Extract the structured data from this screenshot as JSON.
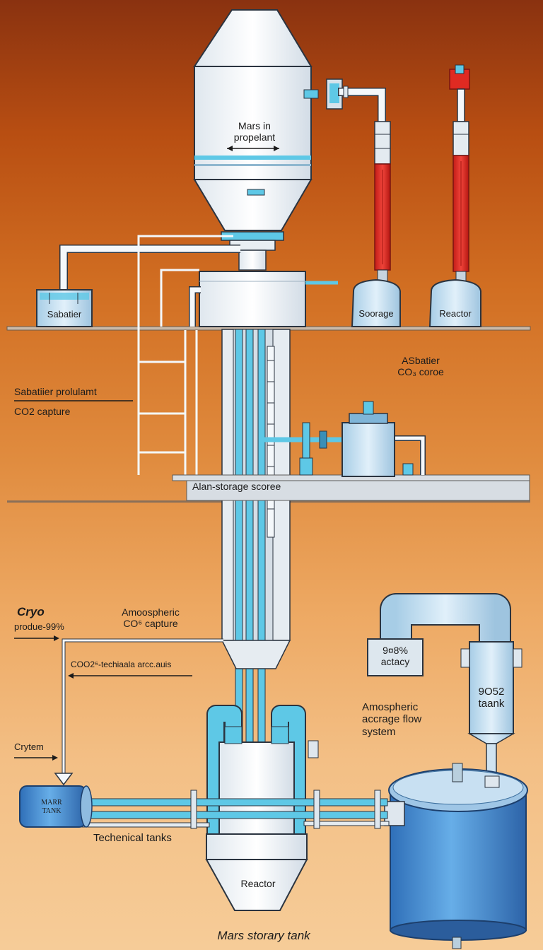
{
  "colors": {
    "pipe_blue": "#5ec8e6",
    "pipe_white": "#f4f8fb",
    "red_column": "#e02a22",
    "tank_blue": "#4d92d8",
    "outline": "#2b3440"
  },
  "labels": {
    "top_vessel": "Mars in\npropelant",
    "left_tank": "Sabatier",
    "storage_tank": "Soorage",
    "reactor_tank_top": "Reactor",
    "right_mid": "ASbatier\nCO₃ coroe",
    "left_mid_line1": "Sabatiier prolulamt",
    "left_mid_line2": "CO2 capture",
    "shelf": "Alan-storage scoree",
    "cryo_title": "Cryo",
    "cryo_value": "produe-99%",
    "atmospheric_capture": "Amoospheric\nCO⁶ capture",
    "co2_line": "COO2⁶-techiaala arcc.auis",
    "cryo_system": "Crytem",
    "efficiency": "9¤8%\nactacy",
    "tank_value": "9O52\ntaank",
    "flow_system": "Amospheric\naccrage flow\nsystem",
    "left_cylinder": "MARR\nTANK",
    "technical_tanks": "Techenical tanks",
    "reactor_bottom": "Reactor",
    "bottom_title": "Mars storary tank"
  }
}
